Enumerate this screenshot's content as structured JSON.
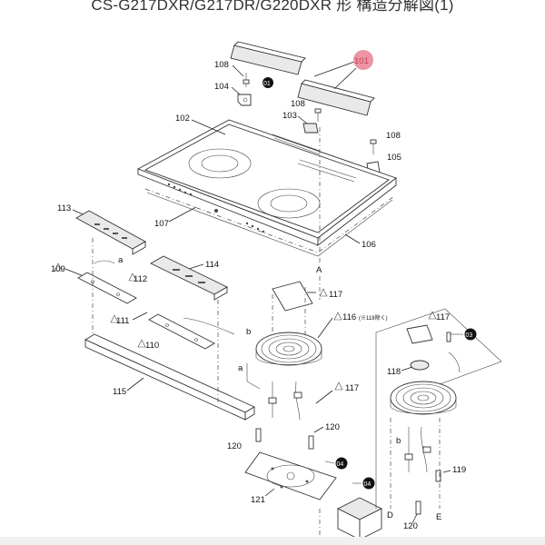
{
  "header": {
    "title": "CS-G217DXR/G217DR/G220DXR 形 構造分解図(1)"
  },
  "labels": {
    "p101": "101",
    "p102": "102",
    "p103": "103",
    "p104": "104",
    "p105": "105",
    "p106": "106",
    "p107": "107",
    "p108a": "108",
    "p108b": "108",
    "p108c": "108",
    "p109": "109",
    "p110": "110",
    "p111": "111",
    "p112": "112",
    "p113": "113",
    "p114": "114",
    "p115": "115",
    "p116": "116",
    "p116note": "(※118除く)",
    "p117a": "117",
    "p117b": "117",
    "p117c": "117",
    "p118": "118",
    "p119": "119",
    "p120a": "120",
    "p120b": "120",
    "p120c": "120",
    "p121": "121",
    "ref01": "01",
    "ref03": "03",
    "ref04a": "04",
    "ref04b": "04",
    "letterA": "A",
    "letterA2": "A",
    "letterB": "b",
    "letterB2": "b",
    "letterA3": "a",
    "letterA4": "a",
    "letterD": "D",
    "letterE": "E"
  },
  "colors": {
    "highlight": "#e98a9a",
    "highlight_text": "#c0404c",
    "marker": "#111111"
  }
}
